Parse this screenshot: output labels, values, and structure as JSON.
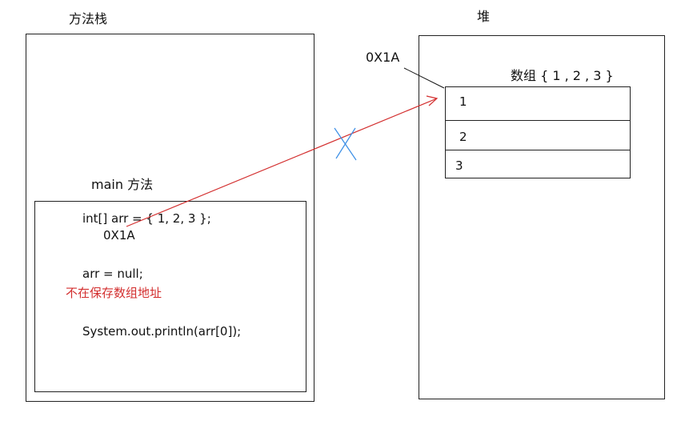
{
  "stack": {
    "title": "方法栈",
    "frame": {
      "title": "main 方法",
      "line1": "int[] arr = { 1, 2, 3 };",
      "address": "0X1A",
      "line2": "arr = null;",
      "note": "不在保存数组地址",
      "line3": "System.out.println(arr[0]);"
    }
  },
  "heap": {
    "title": "堆",
    "address": "0X1A",
    "array_title": "数组 { 1 , 2 , 3 }",
    "items": [
      "1",
      "2",
      "3"
    ]
  },
  "colors": {
    "arrow": "#d32f2f",
    "cross": "#3a8ee6",
    "note": "#d32f2f"
  }
}
